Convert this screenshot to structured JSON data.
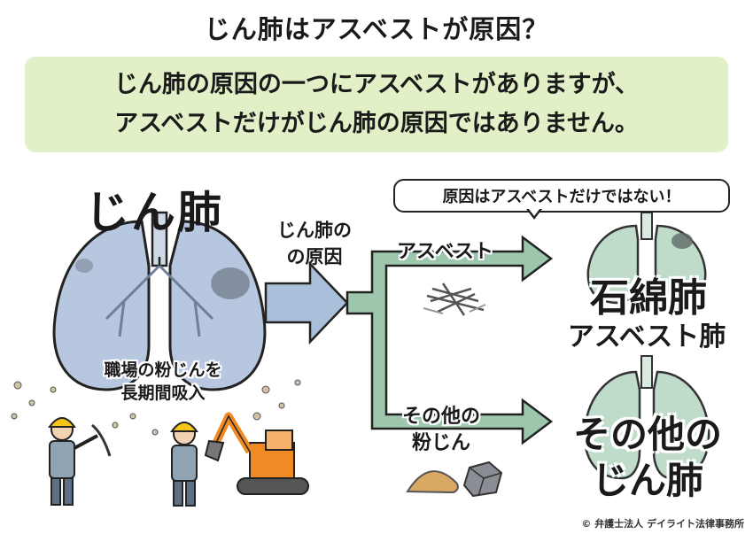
{
  "title": "じん肺はアスベストが原因？",
  "banner": {
    "line1": "じん肺の原因の一つにアスベストがありますが、",
    "line2": "アスベストだけがじん肺の原因ではありません。"
  },
  "lungs_title": "じん肺",
  "inhale_text": {
    "line1": "職場の粉じんを",
    "line2": "長期間吸入"
  },
  "cause_label": {
    "line1": "じん肺の",
    "line2": "の原因"
  },
  "speech_bubble": "原因はアスベストだけではない！",
  "branches": {
    "asbestos_label": "アスベスト",
    "other_label_line1": "その他の",
    "other_label_line2": "粉じん"
  },
  "results": {
    "asbestosis_title": "石綿肺",
    "asbestosis_sub": "アスベスト肺",
    "other_line1": "その他の",
    "other_line2": "じん肺"
  },
  "copyright": "© 弁護士法人 デイライト法律事務所",
  "colors": {
    "banner_bg": "#e2f0c8",
    "arrow_blue": "#aabfd9",
    "arrow_green": "#9cc7ad",
    "lung_blue": "#b7c7df",
    "lung_green": "#bfdccb",
    "excavator": "#f08a24",
    "helmet": "#f5c518"
  },
  "icons": [
    "lungs-icon",
    "worker-icon",
    "excavator-icon",
    "asbestos-fiber-icon",
    "dust-pile-icon",
    "rock-icon"
  ]
}
